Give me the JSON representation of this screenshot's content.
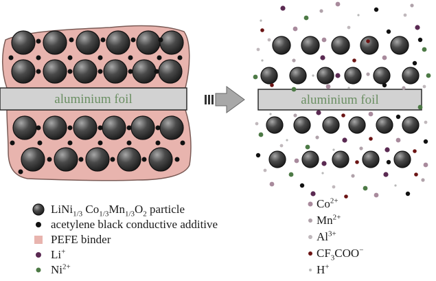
{
  "foil_label_left": "aluminium foil",
  "foil_label_right": "aluminium foil",
  "legend_left": [
    {
      "key": "particle",
      "parts": [
        [
          "t",
          "LiNi"
        ],
        [
          "sub",
          "1/3"
        ],
        [
          "t",
          " Co"
        ],
        [
          "sub",
          "1/3"
        ],
        [
          "t",
          "Mn"
        ],
        [
          "sub",
          "1/3"
        ],
        [
          "t",
          "O"
        ],
        [
          "sub",
          "2"
        ],
        [
          "t",
          " particle"
        ]
      ]
    },
    {
      "key": "acetylene",
      "parts": [
        [
          "t",
          "acetylene black conductive additive"
        ]
      ]
    },
    {
      "key": "binder",
      "parts": [
        [
          "t",
          "PEFE binder"
        ]
      ]
    },
    {
      "key": "li",
      "parts": [
        [
          "t",
          "Li"
        ],
        [
          "sup",
          "+"
        ]
      ]
    },
    {
      "key": "ni",
      "parts": [
        [
          "t",
          "Ni"
        ],
        [
          "sup",
          "2+"
        ]
      ]
    }
  ],
  "legend_right": [
    {
      "key": "co",
      "parts": [
        [
          "t",
          "Co"
        ],
        [
          "sup",
          "2+"
        ]
      ]
    },
    {
      "key": "mn",
      "parts": [
        [
          "t",
          "Mn"
        ],
        [
          "sup",
          "2+"
        ]
      ]
    },
    {
      "key": "al",
      "parts": [
        [
          "t",
          "Al"
        ],
        [
          "sup",
          "3+"
        ]
      ]
    },
    {
      "key": "tfa",
      "parts": [
        [
          "t",
          "CF"
        ],
        [
          "sub",
          "3"
        ],
        [
          "t",
          "COO"
        ],
        [
          "sup",
          "−"
        ]
      ]
    },
    {
      "key": "h",
      "parts": [
        [
          "t",
          "H"
        ],
        [
          "sup",
          "+"
        ]
      ]
    }
  ],
  "colors": {
    "binder_fill": "#e8b4ae",
    "binder_stroke": "#7a5a55",
    "foil_fill": "#d2d2d2",
    "foil_stroke": "#2b2b2b",
    "foil_text": "#6b8f63",
    "arrow_fill": "#a8a8a8",
    "particle_dark": "#2a2a2a",
    "particle_light": "#9a9a9a",
    "acetylene": "#111111",
    "li": "#5a2a52",
    "ni": "#4d7a46",
    "co": "#a88a9c",
    "mn": "#b0a2aa",
    "al": "#c0b8bc",
    "tfa": "#6b1414",
    "h": "#b8b8b8"
  }
}
